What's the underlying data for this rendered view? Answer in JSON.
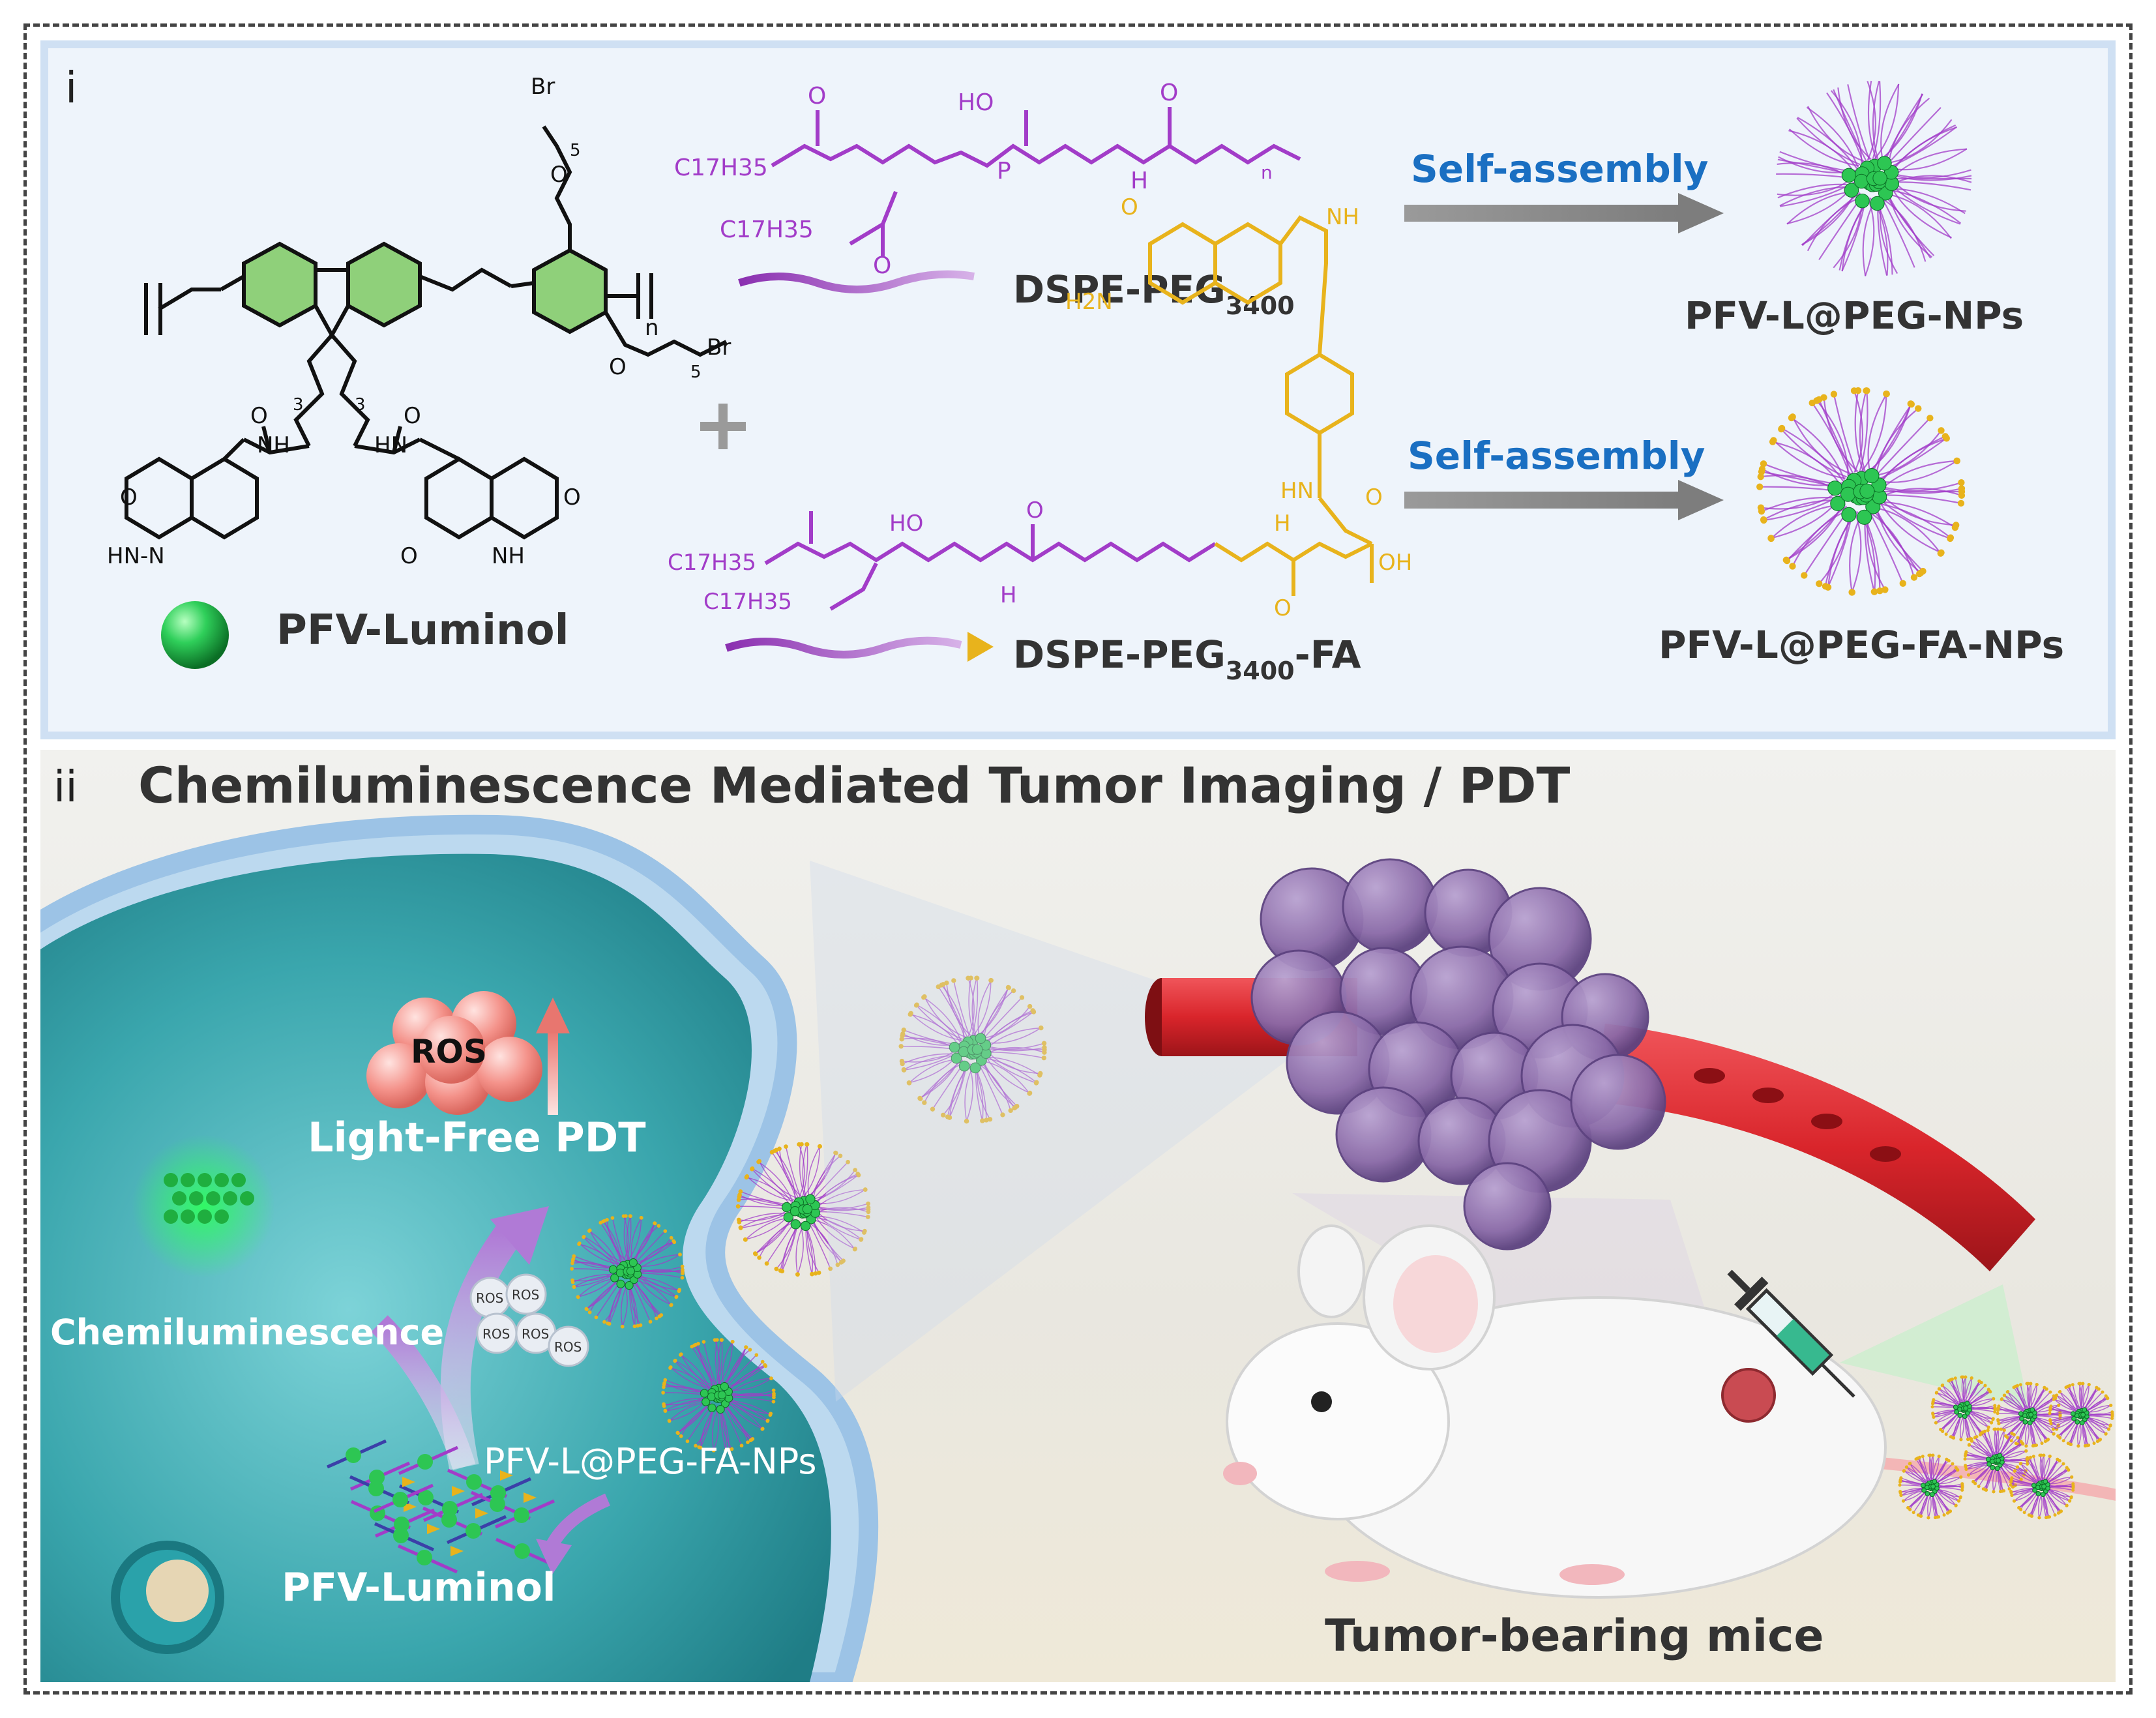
{
  "panel_i": {
    "label": "i",
    "polymer_name": "PFV-Luminol",
    "plus": "+",
    "dspe_peg": {
      "prefix": "DSPE-PEG",
      "sub": "3400"
    },
    "dspe_peg_fa": {
      "prefix": "DSPE-PEG",
      "sub": "3400",
      "suffix": "-FA"
    },
    "arrow_top_label": "Self-assembly",
    "arrow_bottom_label": "Self-assembly",
    "np_top_label": "PFV-L@PEG-NPs",
    "np_bottom_label": "PFV-L@PEG-FA-NPs",
    "chem_labels": {
      "c17h35_a": "C17H35",
      "c17h35_b": "C17H35",
      "ho": "HO",
      "h": "H",
      "n": "n",
      "o": "O",
      "p": "P",
      "br": "Br",
      "nh": "NH",
      "hn": "HN",
      "hnn": "HN-N",
      "h2n": "H2N",
      "oh": "OH",
      "three": "3",
      "five": "5"
    }
  },
  "panel_ii": {
    "label": "ii",
    "title": "Chemiluminescence Mediated Tumor Imaging / PDT",
    "ros_label": "ROS",
    "ros_small": "ROS",
    "light_free_pdt": "Light-Free PDT",
    "chemiluminescence": "Chemiluminescence",
    "np_label": "PFV-L@PEG-FA-NPs",
    "pfv_luminol": "PFV-Luminol",
    "mice_label": "Tumor-bearing mice"
  },
  "colors": {
    "purple": "#a23cc8",
    "gold": "#e8b31c",
    "green": "#2dc653",
    "arrow_blue": "#1a6fc2",
    "ros_pink": "#f08a84",
    "vessel_red": "#d9252b",
    "tumor_purple": "#8a6aa8",
    "cell_teal": "#3aa6ad"
  }
}
